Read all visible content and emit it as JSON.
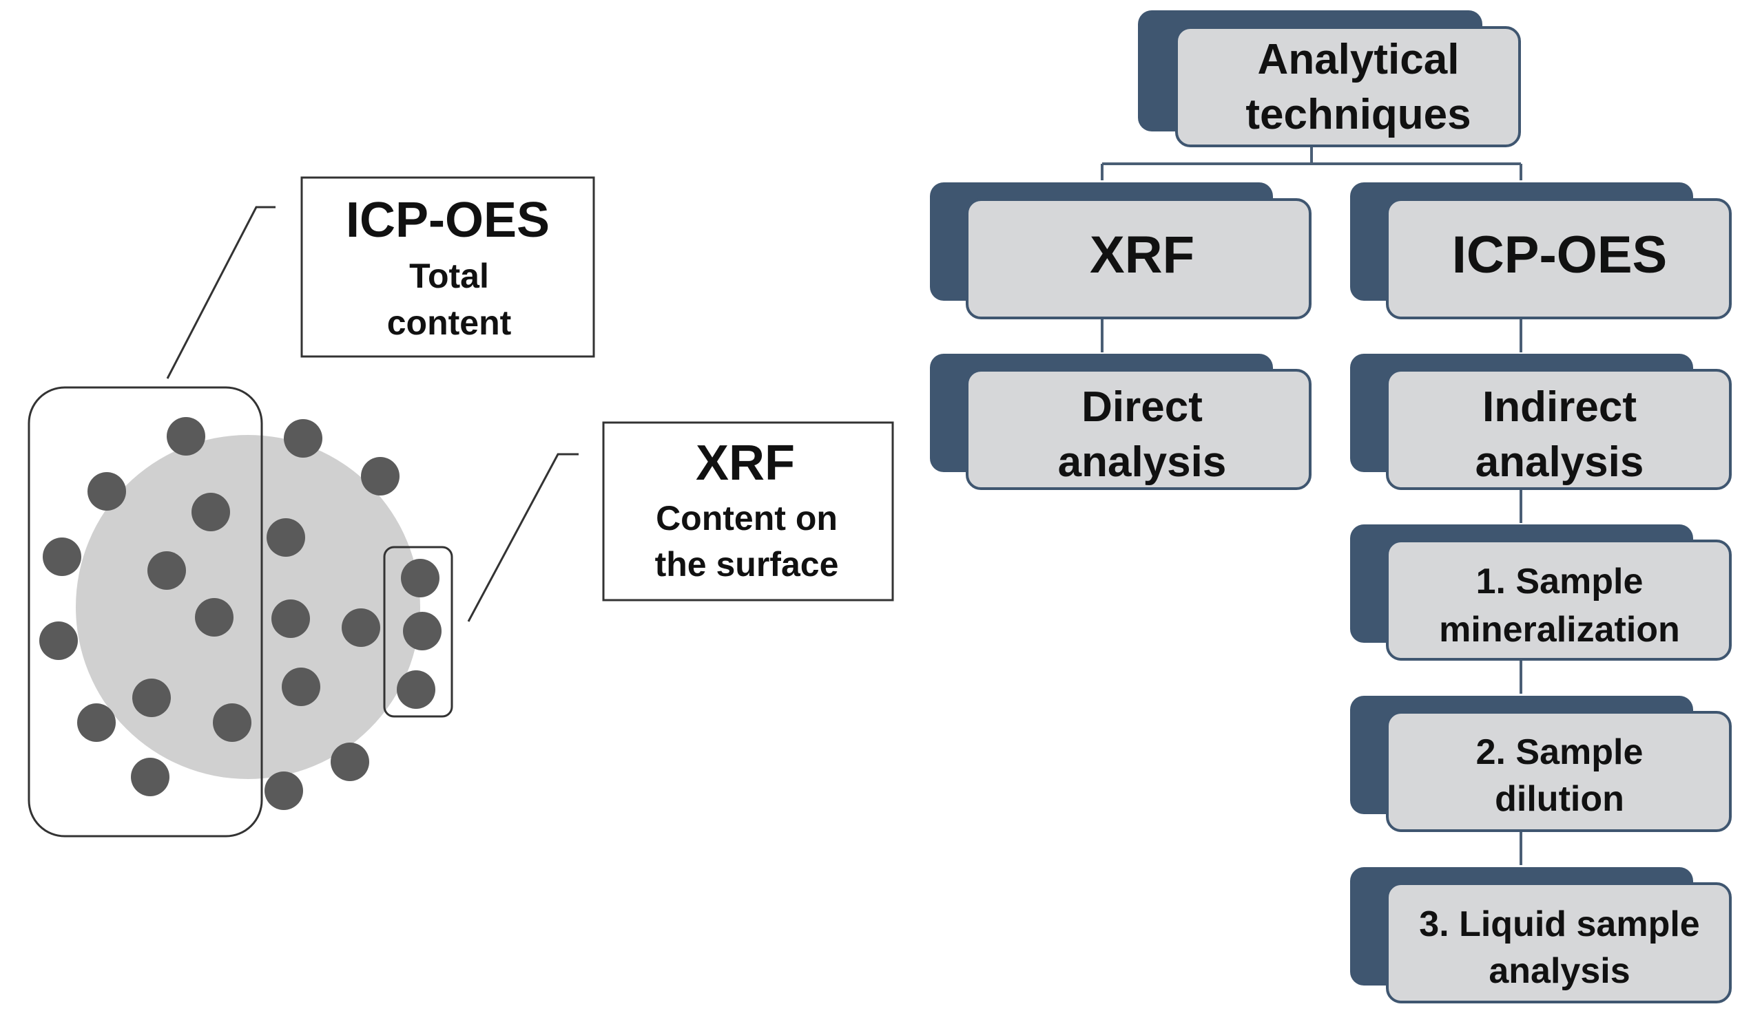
{
  "colors": {
    "shadow": "#3f5670",
    "box_fill": "#d6d7d9",
    "box_fill_light": "#e4e4e6",
    "box_stroke": "#3f5670",
    "particle": "#d0d0d0",
    "dot": "#5a5a5a",
    "line": "#333333",
    "connector": "#4a5e75"
  },
  "left_panel": {
    "icp_box": {
      "title": "ICP-OES",
      "line1": "Total",
      "line2": "content"
    },
    "xrf_box": {
      "title": "XRF",
      "line1": "Content on",
      "line2": "the surface"
    }
  },
  "flowchart": {
    "root": {
      "line1": "Analytical",
      "line2": "techniques"
    },
    "xrf": {
      "label": "XRF"
    },
    "icp": {
      "label": "ICP-OES"
    },
    "direct": {
      "line1": "Direct",
      "line2": "analysis"
    },
    "indirect": {
      "line1": "Indirect",
      "line2": "analysis"
    },
    "steps": [
      {
        "line1": "1. Sample",
        "line2": "mineralization"
      },
      {
        "line1": "2. Sample",
        "line2": "dilution"
      },
      {
        "line1": "3. Liquid sample",
        "line2": "analysis"
      }
    ]
  }
}
